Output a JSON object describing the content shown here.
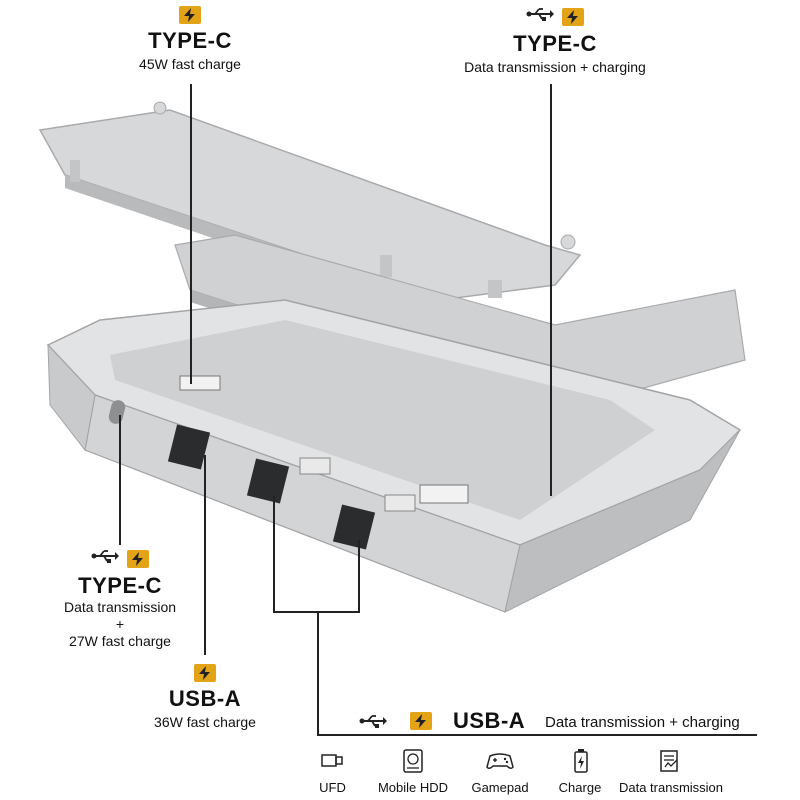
{
  "callouts": {
    "top_left": {
      "title": "TYPE-C",
      "subtitle": "45W fast charge",
      "icons": [
        "charge-bolt-icon"
      ]
    },
    "top_right": {
      "title": "TYPE-C",
      "subtitle": "Data transmission + charging",
      "icons": [
        "usb-icon",
        "charge-bolt-icon"
      ]
    },
    "left_mid": {
      "title": "TYPE-C",
      "lines": [
        "Data transmission",
        "+",
        "27W fast charge"
      ],
      "icons": [
        "usb-icon",
        "charge-bolt-icon"
      ]
    },
    "left_low": {
      "title": "USB-A",
      "subtitle": "36W fast charge",
      "icons": [
        "charge-bolt-icon"
      ]
    },
    "bottom_right": {
      "title": "USB-A",
      "subtitle": "Data transmission + charging",
      "icons": [
        "usb-icon",
        "charge-bolt-icon"
      ]
    }
  },
  "devices": [
    {
      "label": "UFD",
      "icon": "flash-drive-icon"
    },
    {
      "label": "Mobile HDD",
      "icon": "hard-drive-icon"
    },
    {
      "label": "Gamepad",
      "icon": "gamepad-icon"
    },
    {
      "label": "Charge",
      "icon": "battery-charge-icon"
    },
    {
      "label": "Data transmission",
      "icon": "data-transfer-icon"
    }
  ],
  "colors": {
    "bolt": "#e3a316",
    "line": "#222222",
    "casing": "#c9cacc"
  }
}
